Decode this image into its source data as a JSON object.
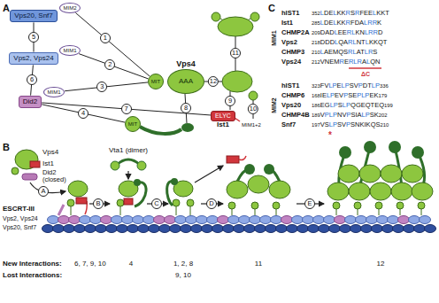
{
  "diagram": {
    "nodes": [
      {
        "text": [
          "Vps20, Snf7"
        ]
      },
      {
        "text": [
          "MIM2"
        ]
      },
      {
        "text": [
          "Vps2, Vps24"
        ]
      },
      {
        "text": [
          "MIM1"
        ]
      },
      {
        "text": [
          "Did2"
        ]
      },
      {
        "text": [
          "MIM1"
        ]
      },
      {
        "text": [
          "MIT"
        ]
      },
      {
        "text": [
          "Vps4",
          "AAA"
        ]
      },
      {
        "text": [
          "MIT"
        ]
      },
      {
        "text": [
          "ELYC",
          "Ist1"
        ]
      }
    ],
    "edges": [
      {
        "from": 1,
        "to": 6,
        "arrow": "none",
        "label": "1"
      },
      {
        "from": 3,
        "to": 6,
        "arrow": "none",
        "label": "2"
      },
      {
        "from": 5,
        "to": 6,
        "arrow": "none",
        "label": "3"
      },
      {
        "from": 4,
        "to": 8,
        "arrow": "none",
        "label": "4"
      },
      {
        "from": 0,
        "to": 2,
        "arrow": "none",
        "label": "5"
      },
      {
        "from": 2,
        "to": 4,
        "arrow": "none",
        "label": "6"
      },
      {
        "from": 4,
        "to": 9,
        "arrow": "none",
        "label": "7"
      }
    ],
    "labels": [
      "A",
      "B",
      "C",
      "8",
      "9",
      "10",
      "11",
      "12",
      "MIM1+2",
      "Vps4",
      "Ist1",
      "Did2 (closed)",
      "Vta1 (dimer)",
      "A",
      "B",
      "C",
      "D",
      "E",
      "ESCRT-III",
      "Vps2, Vps24",
      "Vps20, Snf7",
      "New Interactions:",
      "6, 7, 9, 10",
      "4",
      "1, 2, 8",
      "11",
      "12",
      "Lost Interactions:",
      "9, 10",
      "MIM1",
      "hIST1",
      "352LDELKKRSRFEELKKT",
      "Ist1",
      "285LDELKKRFDALRRK",
      "CHMP2A",
      "209DADLEERLKNLRRD",
      "Vps2",
      "218DDDLQARLNTLKKQT",
      "CHMP3",
      "210LAEMQSRLATLRS",
      "Vps24",
      "212VNEMRERLRALQN",
      "ΔC",
      "MIM2",
      "hIST1",
      "323FVLPELPSVPDTLP336",
      "CHMP6",
      "168IELPEVPSEPLPEK179",
      "Vps20",
      "186EGLPSLPQGEQTEQ199",
      "CHMP4B",
      "189VPLPNVPSIALPSK202",
      "Snf7",
      "197VSLPSVPSNKIKQS210",
      "*"
    ]
  }
}
